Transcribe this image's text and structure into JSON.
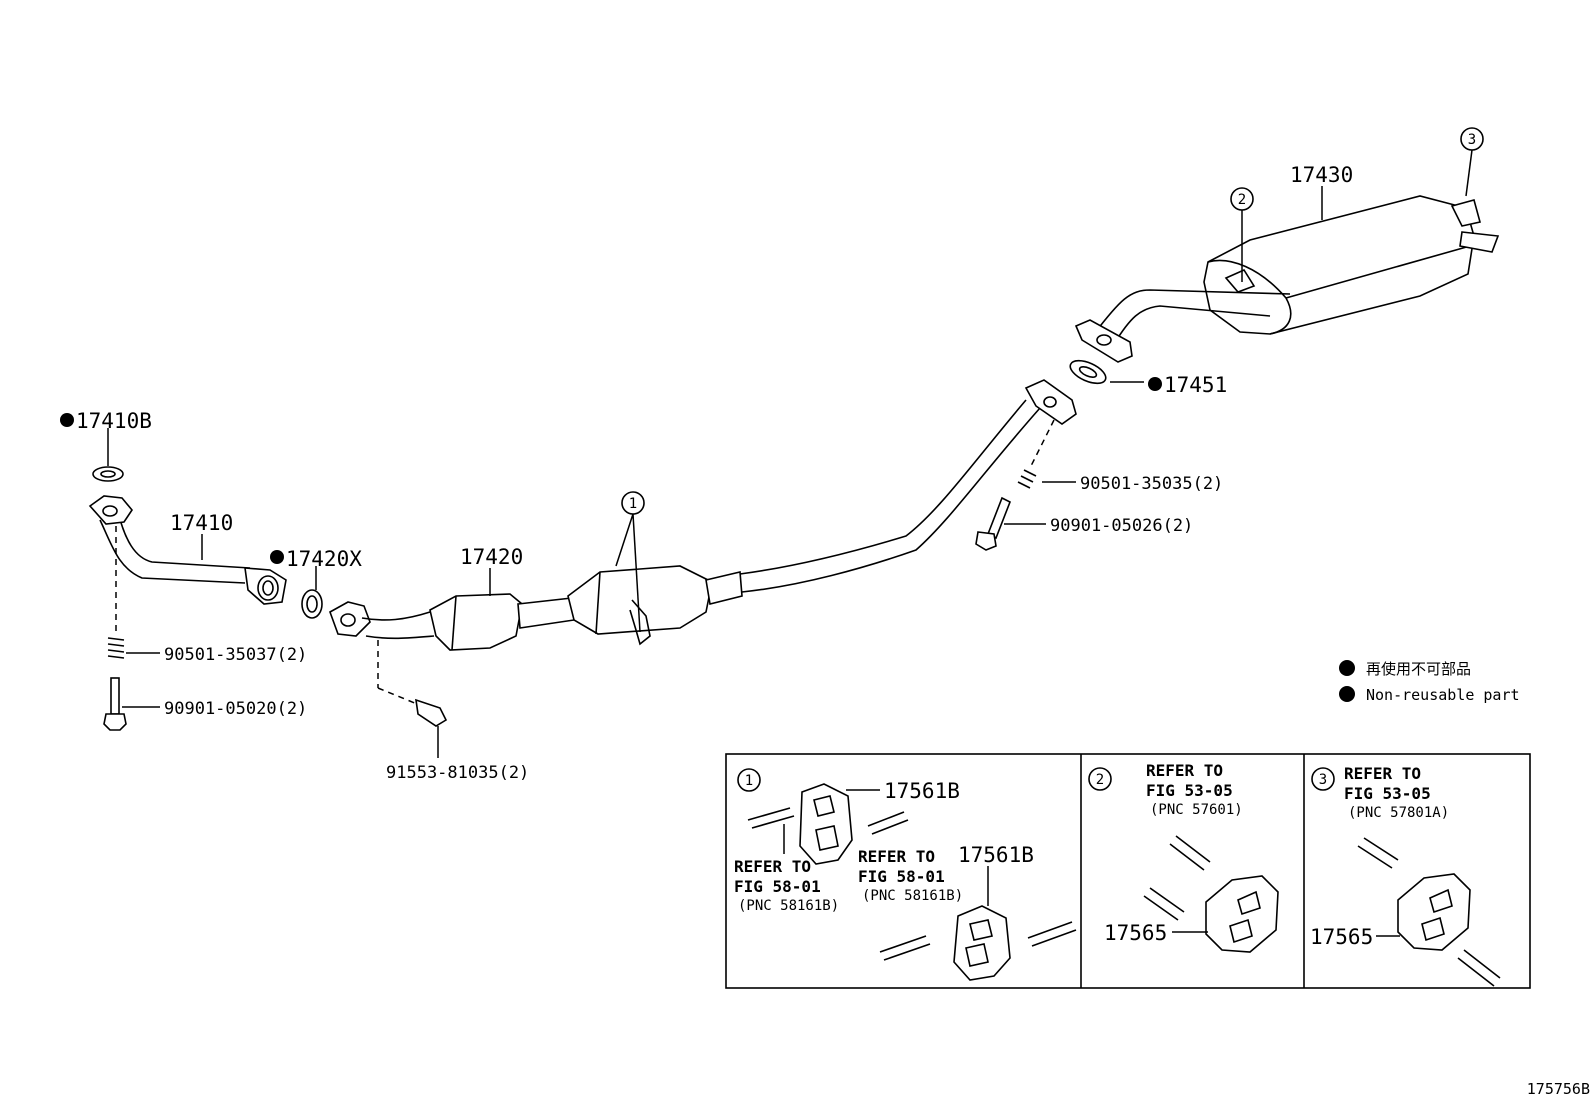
{
  "parts": {
    "p17410B": "17410B",
    "p17410": "17410",
    "p17420X": "17420X",
    "p17420": "17420",
    "p17430": "17430",
    "p17451": "17451",
    "p90501_35037": "90501-35037(2)",
    "p90901_05020": "90901-05020(2)",
    "p91553_81035": "91553-81035(2)",
    "p90501_35035": "90501-35035(2)",
    "p90901_05026": "90901-05026(2)"
  },
  "callouts": {
    "c1": "1",
    "c2": "2",
    "c3": "3"
  },
  "legend": {
    "japanese": "再使用不可部品",
    "english": "Non-reusable part"
  },
  "detail_1": {
    "num": "1",
    "part_a": "17561B",
    "part_b": "17561B",
    "ref_a": {
      "line1": "REFER TO",
      "line2": "FIG 58-01",
      "pnc": "(PNC 58161B)"
    },
    "ref_b": {
      "line1": "REFER TO",
      "line2": "FIG 58-01",
      "pnc": "(PNC 58161B)"
    }
  },
  "detail_2": {
    "num": "2",
    "part": "17565",
    "ref": {
      "line1": "REFER TO",
      "line2": "FIG 53-05",
      "pnc": "(PNC 57601)"
    }
  },
  "detail_3": {
    "num": "3",
    "part": "17565",
    "ref": {
      "line1": "REFER TO",
      "line2": "FIG 53-05",
      "pnc": "(PNC 57801A)"
    }
  },
  "figure_id": "175756B"
}
